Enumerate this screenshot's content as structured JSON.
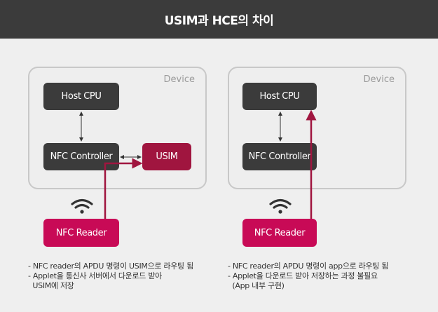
{
  "title": "USIM과 HCE의 차이",
  "colors": {
    "dark_box": "#3b3b3b",
    "usim": "#a0153f",
    "reader": "#c80a56",
    "route_line": "#a0153f",
    "connector": "#333333",
    "panel_border": "#c8c8c8"
  },
  "left_panel": {
    "label": "Device",
    "host_cpu": "Host CPU",
    "nfc_controller": "NFC Controller",
    "usim": "USIM",
    "nfc_reader": "NFC Reader",
    "wifi_icon": "wireless-signal-icon",
    "notes": [
      "- NFC reader의 APDU 명령이 USIM으로 라우팅 됨",
      "- Applet을 통신사 서버에서 다운로드 받아",
      "  USIM에 저장"
    ]
  },
  "right_panel": {
    "label": "Device",
    "host_cpu": "Host CPU",
    "nfc_controller": "NFC Controller",
    "nfc_reader": "NFC Reader",
    "wifi_icon": "wireless-signal-icon",
    "notes": [
      "- NFC reader의 APDU 명령이 app으로 라우팅 됨",
      "- Applet을 다운로드 받아 저장하는 과정 불필요",
      "  (App 내부 구현)"
    ]
  }
}
